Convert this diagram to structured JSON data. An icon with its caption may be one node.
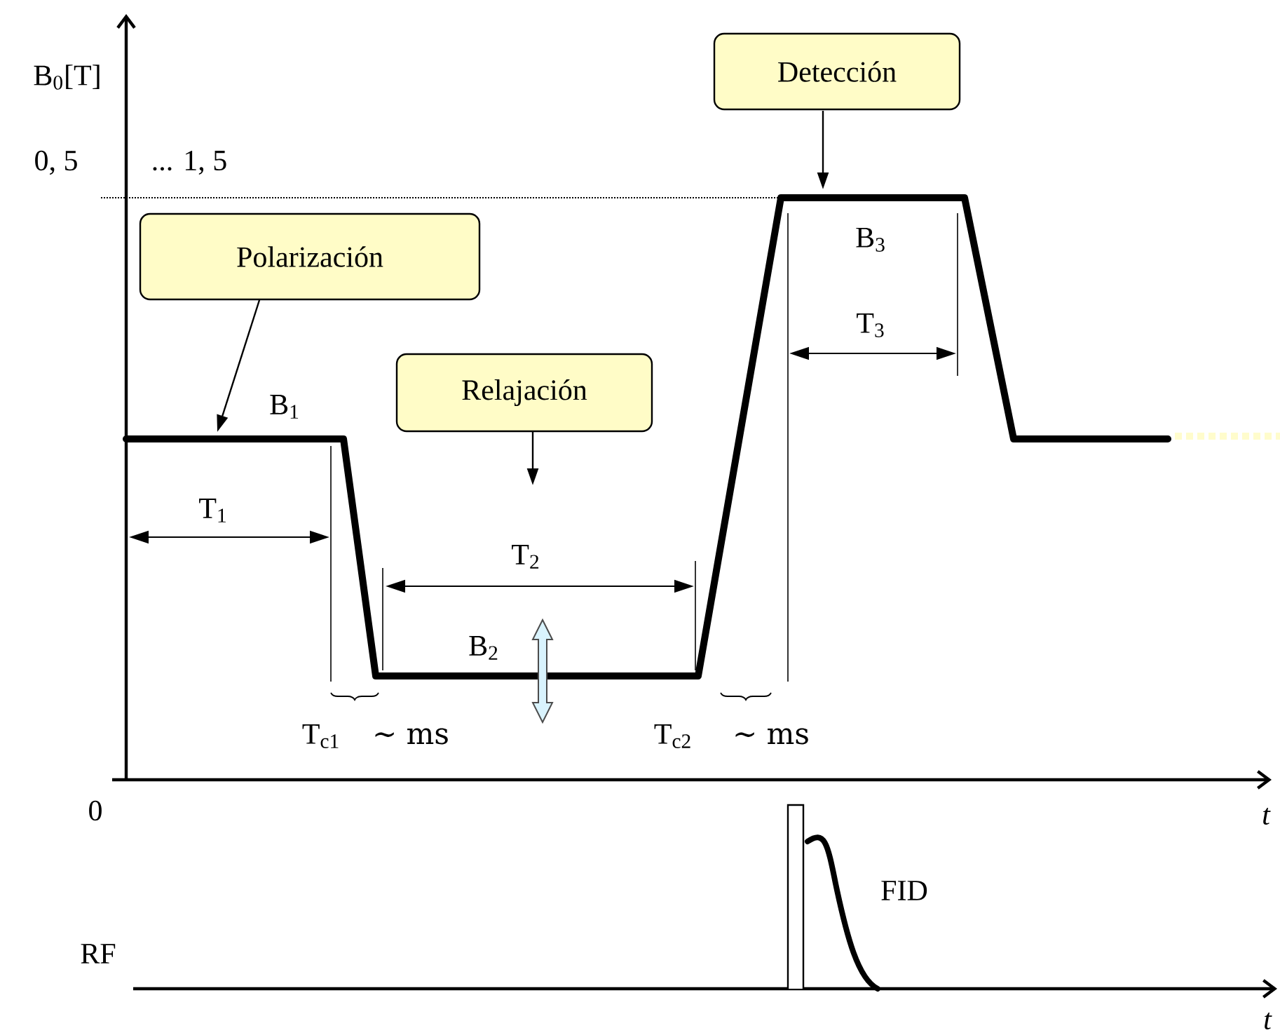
{
  "diagram": {
    "nodes": [
      {
        "text": [
          "Polarización"
        ]
      },
      {
        "text": [
          "Relajación"
        ]
      },
      {
        "text": [
          "Detección"
        ]
      }
    ],
    "edges": [
      {
        "from": 0,
        "to": null,
        "arrow": "to"
      },
      {
        "from": 1,
        "to": null,
        "arrow": "to"
      },
      {
        "from": 2,
        "to": null,
        "arrow": "to"
      }
    ],
    "labels": [
      "B$_{0}$[T]",
      "0, 5",
      "... 1, 5",
      "B$_{3}$",
      "B$_{1}$",
      "T$_{3}$",
      "T$_{1}$",
      "T$_{2}$",
      "B$_{2}$",
      "T$_{c1}$",
      "∼ ms",
      "T$_{c2}$",
      "∼ ms",
      "0",
      "t",
      "FID",
      "RF",
      "t"
    ]
  }
}
